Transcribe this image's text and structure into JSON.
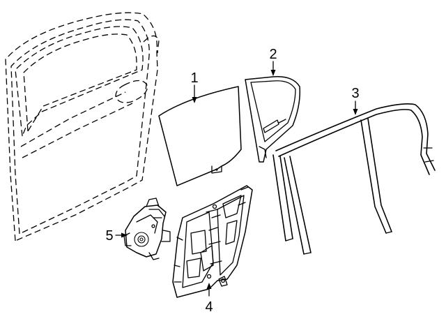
{
  "diagram": {
    "parts": [
      {
        "number": "1",
        "part": "door-glass"
      },
      {
        "number": "2",
        "part": "quarter-glass"
      },
      {
        "number": "3",
        "part": "glass-run-channel"
      },
      {
        "number": "4",
        "part": "window-regulator"
      },
      {
        "number": "5",
        "part": "regulator-motor"
      }
    ]
  }
}
